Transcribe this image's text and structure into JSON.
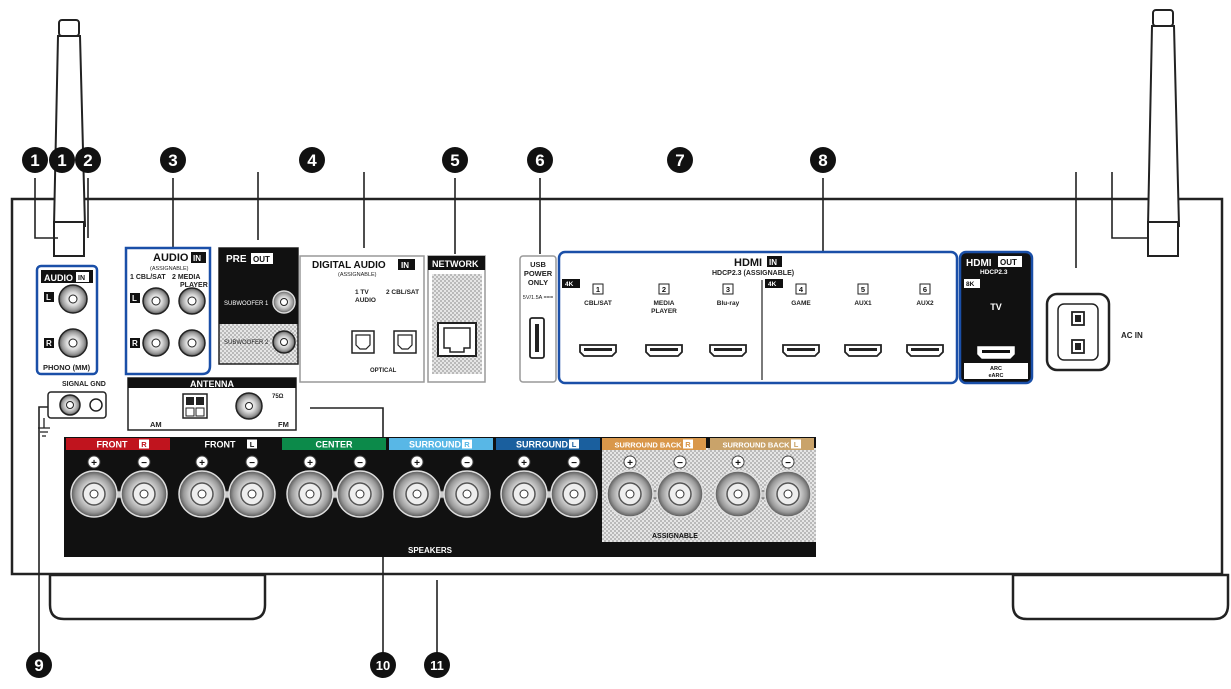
{
  "callouts": [
    "1",
    "1",
    "2",
    "3",
    "4",
    "5",
    "6",
    "7",
    "8",
    "9",
    "10",
    "11"
  ],
  "phono": {
    "title": "AUDIO",
    "in": "IN",
    "l": "L",
    "r": "R",
    "label": "PHONO (MM)"
  },
  "audio": {
    "title": "AUDIO",
    "in": "IN",
    "sub": "(ASSIGNABLE)",
    "ch1": "1 CBL/SAT",
    "ch2": "2 MEDIA",
    "ch2b": "PLAYER",
    "l": "L",
    "r": "R"
  },
  "preout": {
    "title": "PRE",
    "out": "OUT",
    "sub1": "SUBWOOFER 1",
    "sub2": "SUBWOOFER 2"
  },
  "digital": {
    "title": "DIGITAL AUDIO",
    "in": "IN",
    "sub": "(ASSIGNABLE)",
    "ch1": "1  TV",
    "ch1b": "AUDIO",
    "ch2": "2 CBL/SAT",
    "optical": "OPTICAL"
  },
  "network": {
    "title": "NETWORK"
  },
  "usb": {
    "l1": "USB",
    "l2": "POWER",
    "l3": "ONLY",
    "spec": "5V/1.5A ==="
  },
  "hdmi_in": {
    "title": "HDMI",
    "in": "IN",
    "sub": "HDCP2.3  (ASSIGNABLE)",
    "badge": "4K",
    "inputs": [
      {
        "num": "1",
        "name": "CBL/SAT",
        "name2": ""
      },
      {
        "num": "2",
        "name": "MEDIA",
        "name2": "PLAYER"
      },
      {
        "num": "3",
        "name": "Blu-ray",
        "name2": ""
      },
      {
        "num": "4",
        "name": "GAME",
        "name2": ""
      },
      {
        "num": "5",
        "name": "AUX1",
        "name2": ""
      },
      {
        "num": "6",
        "name": "AUX2",
        "name2": ""
      }
    ]
  },
  "hdmi_out": {
    "title": "HDMI",
    "out": "OUT",
    "sub": "HDCP2.3",
    "badge": "8K",
    "tv": "TV",
    "arc1": "ARC",
    "arc2": "eARC"
  },
  "acin": {
    "label": "AC IN"
  },
  "signal_gnd": {
    "label": "SIGNAL GND"
  },
  "antenna": {
    "title": "ANTENNA",
    "am": "AM",
    "fm": "FM",
    "ohm": "75Ω"
  },
  "speakers": {
    "groups": [
      {
        "name": "FRONT",
        "side": "R",
        "color": "#c0141e"
      },
      {
        "name": "FRONT",
        "side": "L",
        "color": "#111111"
      },
      {
        "name": "CENTER",
        "side": "",
        "color": "#0c8a4a"
      },
      {
        "name": "SURROUND",
        "side": "R",
        "color": "#58b7e6"
      },
      {
        "name": "SURROUND",
        "side": "L",
        "color": "#1a5f9e"
      },
      {
        "name": "SURROUND BACK",
        "side": "R",
        "color": "#d9974a"
      },
      {
        "name": "SURROUND BACK",
        "side": "L",
        "color": "#c9a36a"
      }
    ],
    "plus": "+",
    "minus": "−",
    "assignable": "ASSIGNABLE",
    "label": "SPEAKERS"
  }
}
